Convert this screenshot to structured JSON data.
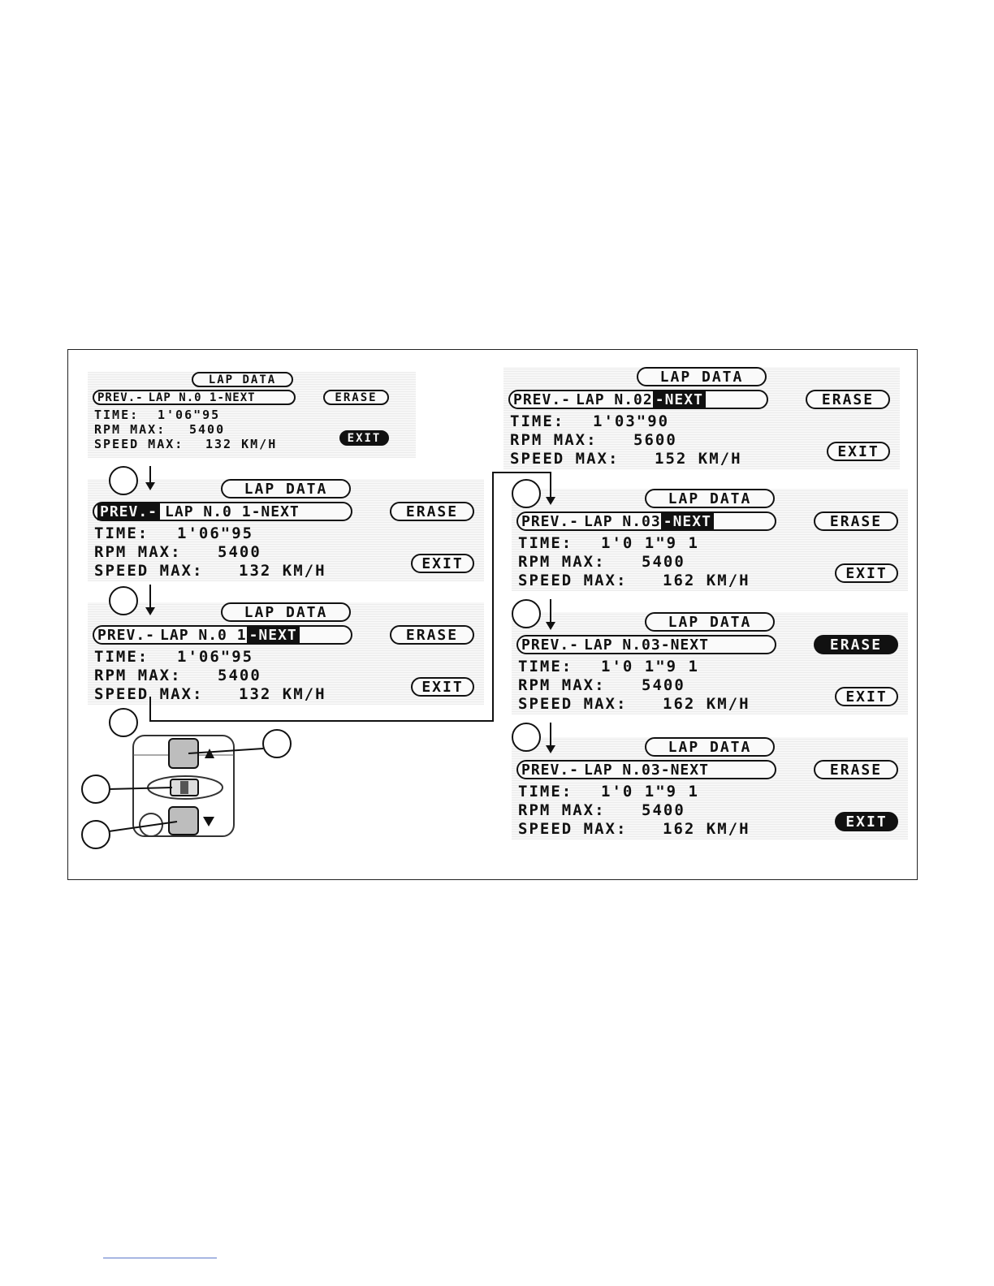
{
  "labels": {
    "lap_data": "LAP DATA",
    "prev": "PREV.-",
    "lap_prefix": "LAP N.",
    "next": "-NEXT",
    "erase": "ERASE",
    "exit": "EXIT",
    "time": "TIME:",
    "rpm": "RPM MAX:",
    "speed": "SPEED MAX:"
  },
  "screens": [
    {
      "lap": "0 1",
      "time": "1'06\"95",
      "rpm": "5400",
      "speed": "132 KM/H",
      "selected": "exit"
    },
    {
      "lap": "0 1",
      "time": "1'06\"95",
      "rpm": "5400",
      "speed": "132 KM/H",
      "selected": "prev"
    },
    {
      "lap": "0 1",
      "time": "1'06\"95",
      "rpm": "5400",
      "speed": "132 KM/H",
      "selected": "next"
    },
    {
      "lap": "02",
      "time": "1'03\"90",
      "rpm": "5600",
      "speed": "152 KM/H",
      "selected": "next"
    },
    {
      "lap": "03",
      "time": "1'0 1\"9 1",
      "rpm": "5400",
      "speed": "162 KM/H",
      "selected": "next"
    },
    {
      "lap": "03",
      "time": "1'0 1\"9 1",
      "rpm": "5400",
      "speed": "162 KM/H",
      "selected": "erase"
    },
    {
      "lap": "03",
      "time": "1'0 1\"9 1",
      "rpm": "5400",
      "speed": "162 KM/H",
      "selected": "exit"
    }
  ]
}
